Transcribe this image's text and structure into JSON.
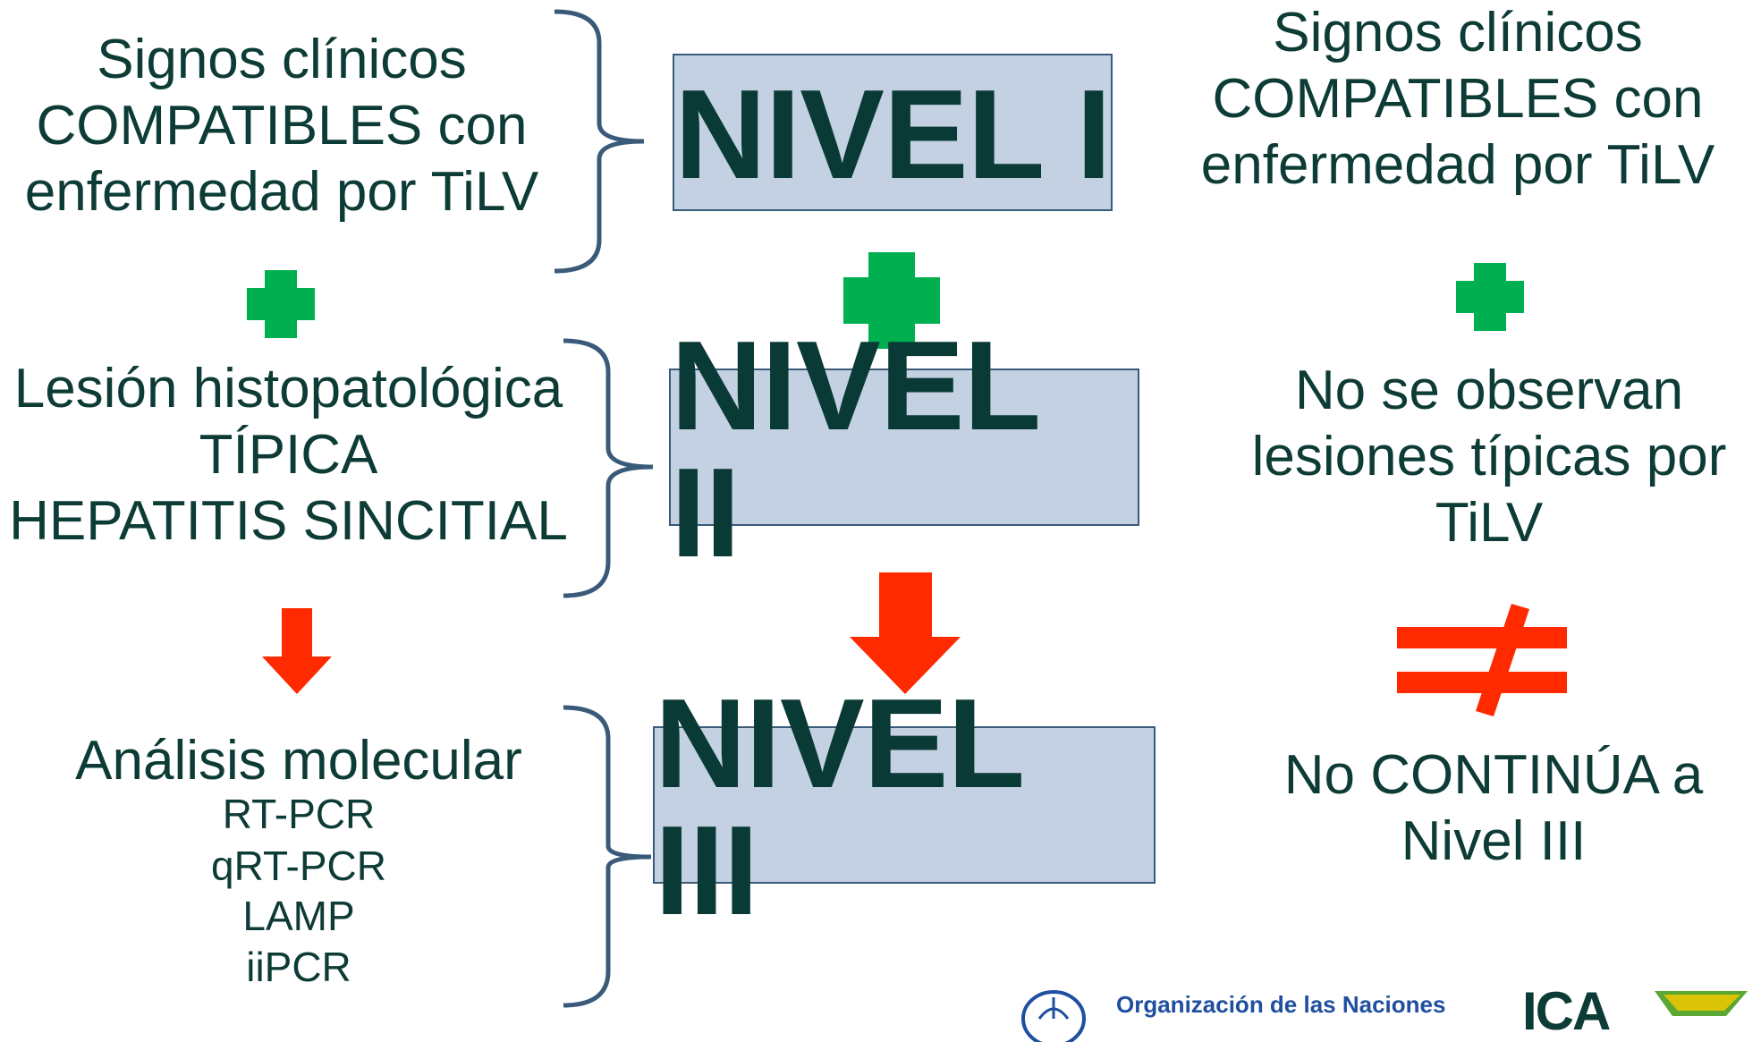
{
  "levels": [
    {
      "label": "NIVEL I"
    },
    {
      "label": "NIVEL II"
    },
    {
      "label": "NIVEL III"
    }
  ],
  "left_column": {
    "level1_text": [
      "Signos clínicos",
      "COMPATIBLES con",
      "enfermedad por TiLV"
    ],
    "level2_text": [
      "Lesión histopatológica",
      "TÍPICA",
      "HEPATITIS SINCITIAL"
    ],
    "level3_title": "Análisis molecular",
    "level3_methods": [
      "RT-PCR",
      "qRT-PCR",
      "LAMP",
      "iiPCR"
    ]
  },
  "right_column": {
    "level1_text": [
      "Signos clínicos",
      "COMPATIBLES con",
      "enfermedad por TiLV"
    ],
    "level2_text": [
      "No se observan",
      "lesiones típicas por",
      "TiLV"
    ],
    "level3_text": [
      "No CONTINÚA a",
      "Nivel III"
    ]
  },
  "footer": {
    "fao_text": "Organización de las Naciones",
    "ica_text": "ICA"
  },
  "colors": {
    "plus": "#00b050",
    "arrow": "#ff2a00",
    "not_equal": "#ff2a00",
    "box_fill": "#c3d1e3",
    "box_border": "#3a5a7a",
    "text": "#0d3b35",
    "brace": "#3a5a7a"
  },
  "icons": [
    "plus-icon",
    "down-arrow-icon",
    "not-equal-icon",
    "brace-icon"
  ]
}
